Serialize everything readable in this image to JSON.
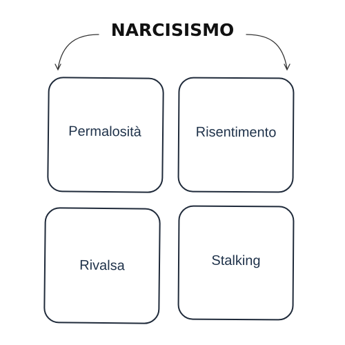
{
  "diagram": {
    "title": "NARCISISMO",
    "boxes": [
      {
        "label": "Permalosità"
      },
      {
        "label": "Risentimento"
      },
      {
        "label": "Rivalsa"
      },
      {
        "label": "Stalking"
      }
    ],
    "colors": {
      "box_border": "#1f2a3a",
      "box_text": "#1e3149",
      "title_text": "#111111",
      "arrow": "#333333"
    }
  }
}
